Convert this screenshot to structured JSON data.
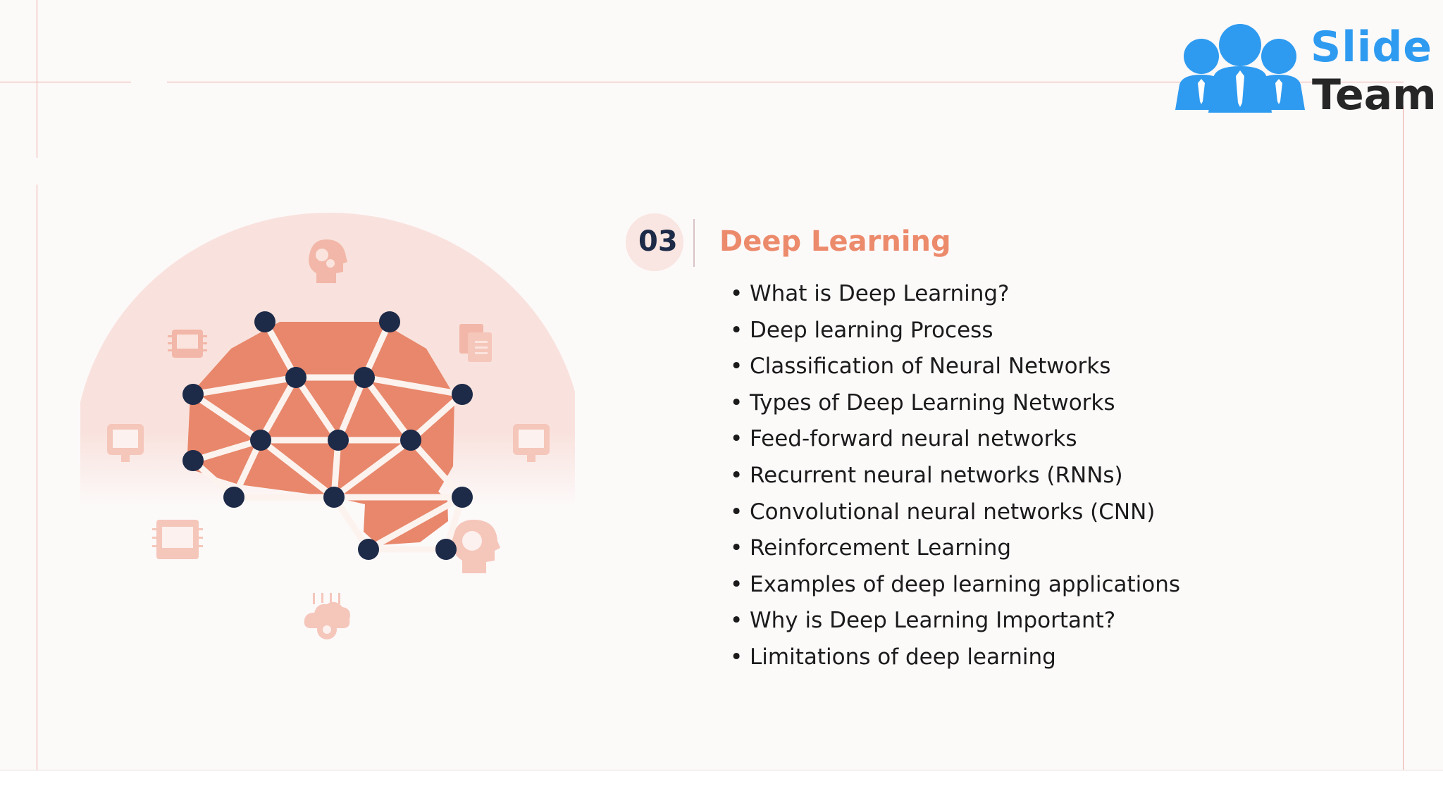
{
  "logo": {
    "line1": "Slide",
    "line2": "Team"
  },
  "section": {
    "number": "03",
    "title": "Deep Learning"
  },
  "topics": [
    "What is Deep Learning?",
    "Deep learning Process",
    "Classification of Neural Networks",
    "Types of Deep Learning Networks",
    "Feed-forward neural networks",
    "Recurrent neural networks (RNNs)",
    "Convolutional neural networks (CNN)",
    "Reinforcement Learning",
    "Examples of deep learning applications",
    "Why is Deep Learning Important?",
    "Limitations of deep learning"
  ],
  "bullet_char": "•",
  "colors": {
    "accent": "#ec8a6c",
    "brain": "#e8876b",
    "node": "#1d2a48",
    "logo_blue": "#2e9bf0",
    "backdrop": "#f9e2dd"
  },
  "icons": [
    "gear-head-icon",
    "chip-monitor-icon",
    "documents-icon",
    "robot-icon",
    "robot-icon",
    "chip-display-icon",
    "brain-head-icon",
    "cloud-gear-icon"
  ]
}
